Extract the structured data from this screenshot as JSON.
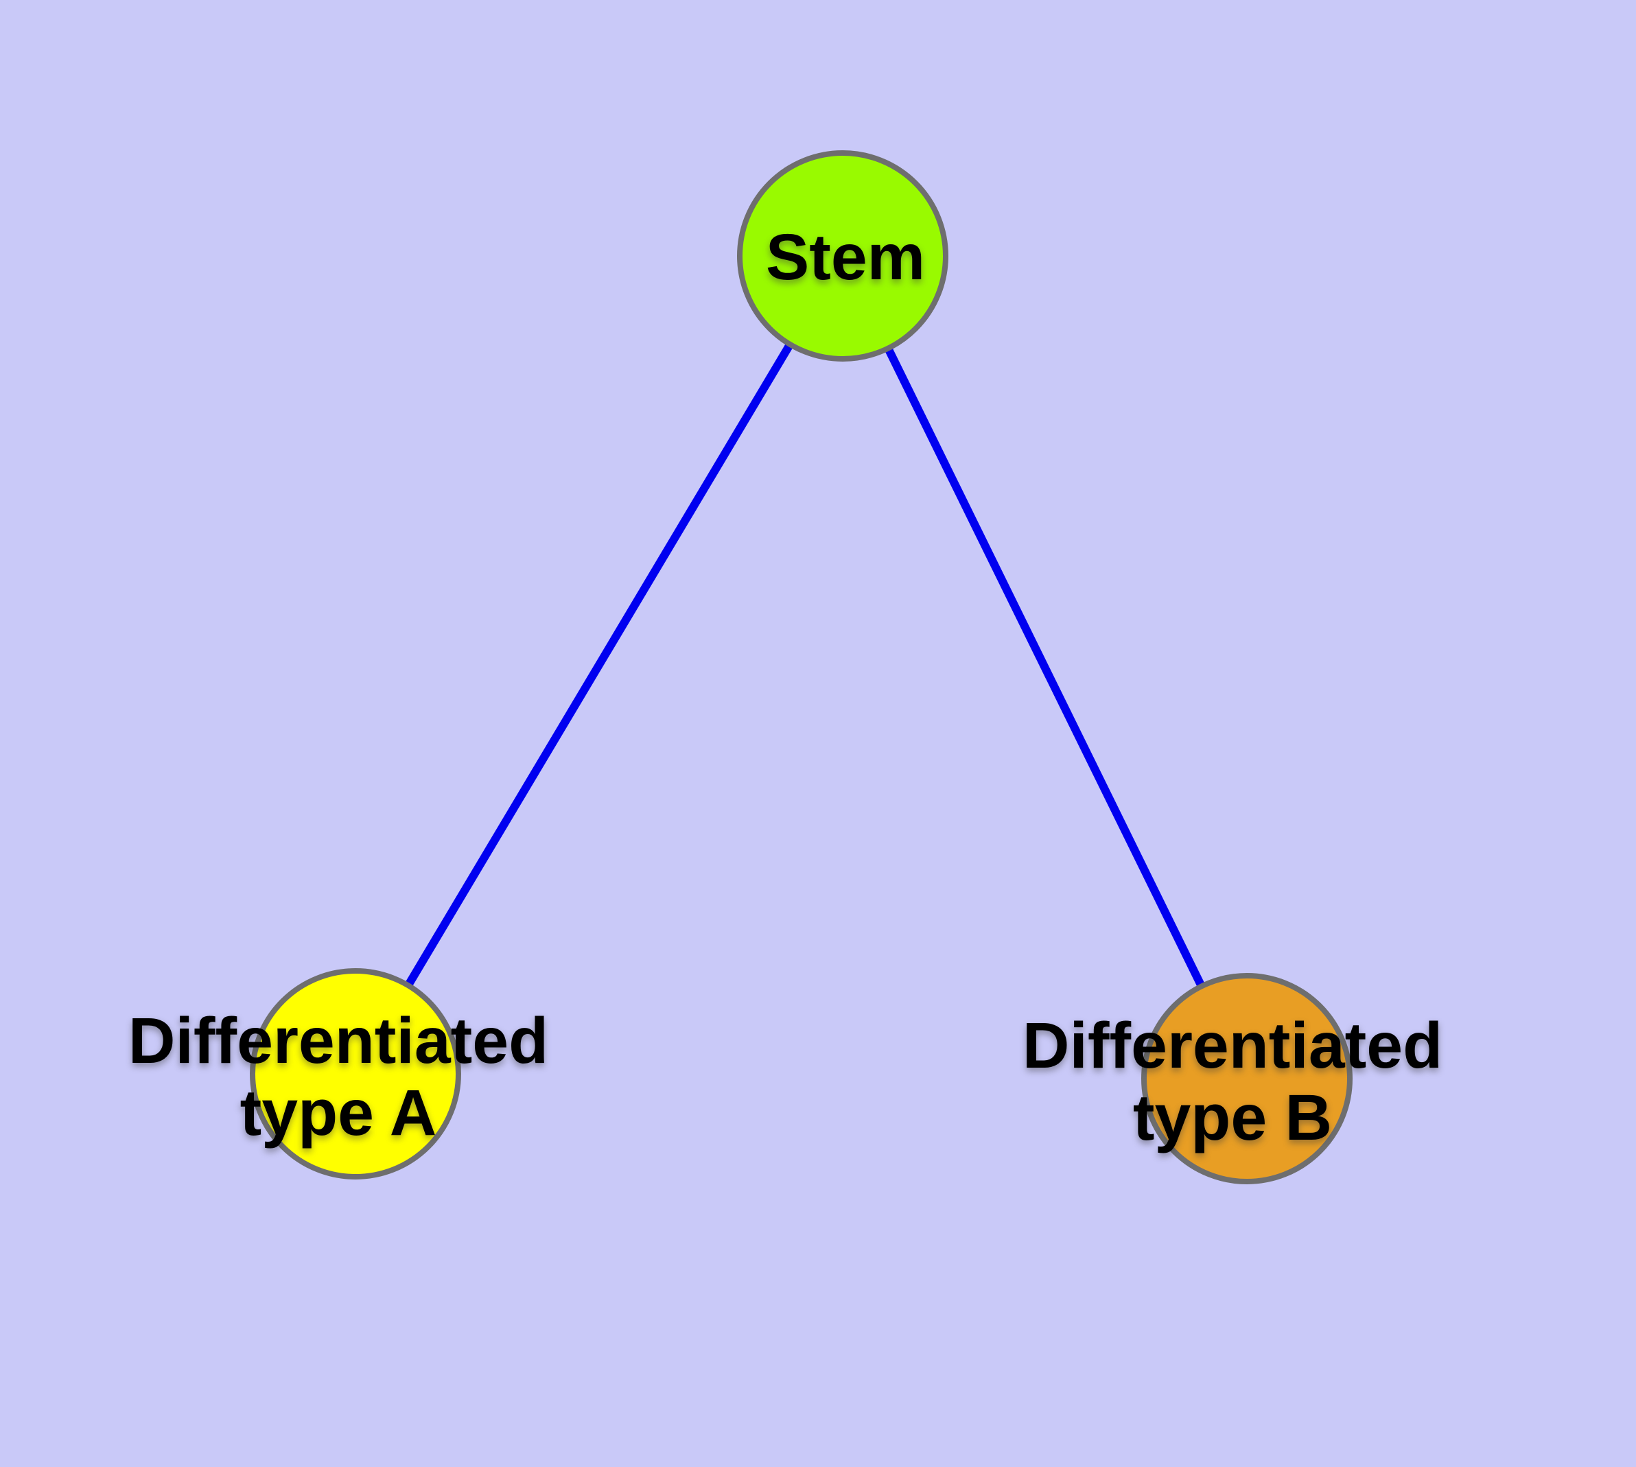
{
  "canvas": {
    "background": "#c9c9f8"
  },
  "nodes": {
    "stem": {
      "label": "Stem",
      "fill": "#99fa00",
      "border": "#6e6e6e"
    },
    "type_a": {
      "label_line1": "Differentiated",
      "label_line2": "type A",
      "fill": "#ffff00",
      "border": "#6e6e6e"
    },
    "type_b": {
      "label_line1": "Differentiated",
      "label_line2": "type B",
      "fill": "#e89e24",
      "border": "#6e6e6e"
    }
  },
  "edges": {
    "color": "#0000f0",
    "list": [
      {
        "from": "Stem",
        "to": "Differentiated type A"
      },
      {
        "from": "Stem",
        "to": "Differentiated type B"
      }
    ]
  }
}
